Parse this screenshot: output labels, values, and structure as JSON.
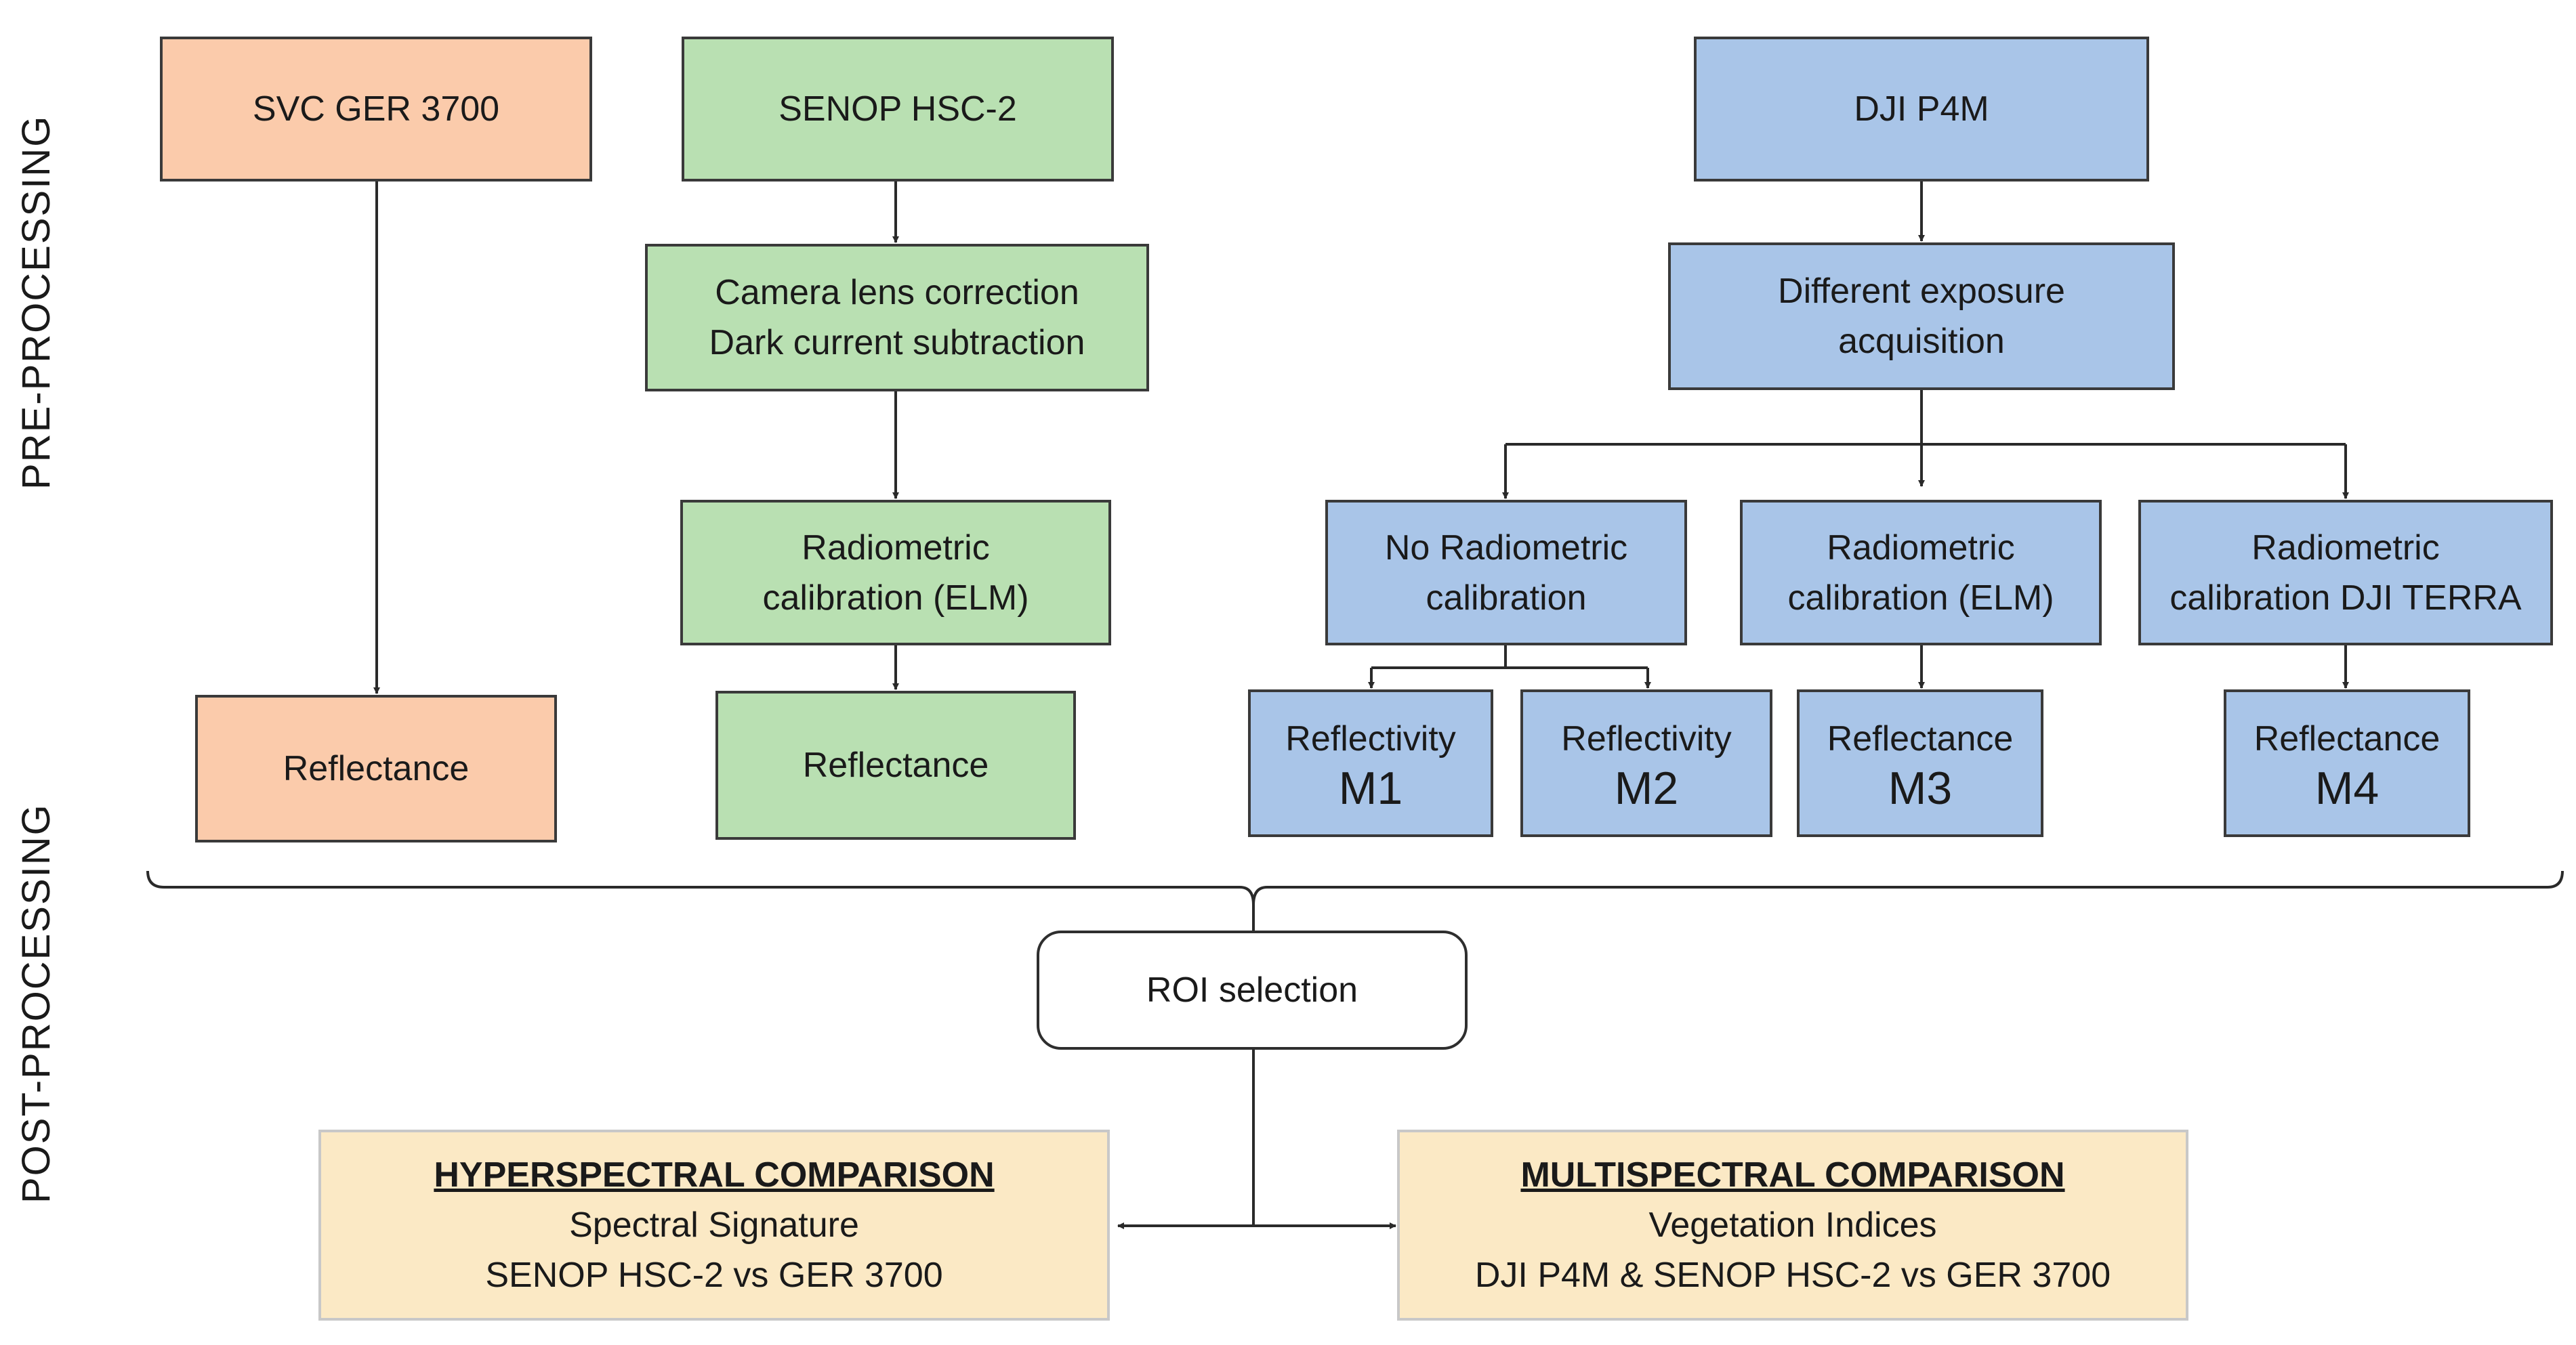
{
  "labels": {
    "pre": "PRE-PROCESSING",
    "post": "POST-PROCESSING"
  },
  "sensors": {
    "svc": "SVC GER 3700",
    "senop": "SENOP HSC-2",
    "dji": "DJI P4M"
  },
  "steps": {
    "lens_line1": "Camera lens correction",
    "lens_line2": "Dark current subtraction",
    "senop_radio_line1": "Radiometric",
    "senop_radio_line2": "calibration (ELM)",
    "exposure_line1": "Different exposure",
    "exposure_line2": "acquisition",
    "noradio_line1": "No Radiometric",
    "noradio_line2": "calibration",
    "radioelm_line1": "Radiometric",
    "radioelm_line2": "calibration (ELM)",
    "terra_line1": "Radiometric",
    "terra_line2": "calibration DJI TERRA"
  },
  "outputs": {
    "svc_reflectance": "Reflectance",
    "senop_reflectance": "Reflectance",
    "m1_word": "Reflectivity",
    "m1_code": "M1",
    "m2_word": "Reflectivity",
    "m2_code": "M2",
    "m3_word": "Reflectance",
    "m3_code": "M3",
    "m4_word": "Reflectance",
    "m4_code": "M4"
  },
  "post": {
    "roi": "ROI selection",
    "hyper_title": "HYPERSPECTRAL COMPARISON",
    "hyper_line1": "Spectral Signature",
    "hyper_line2": "SENOP HSC-2 vs GER 3700",
    "multi_title": "MULTISPECTRAL COMPARISON",
    "multi_line1": "Vegetation Indices",
    "multi_line2": "DJI P4M & SENOP HSC-2 vs GER 3700"
  },
  "colors": {
    "svc": "#fbcbab",
    "senop": "#b9e0b2",
    "dji": "#a9c5e8",
    "comparison": "#fbe9c5"
  }
}
